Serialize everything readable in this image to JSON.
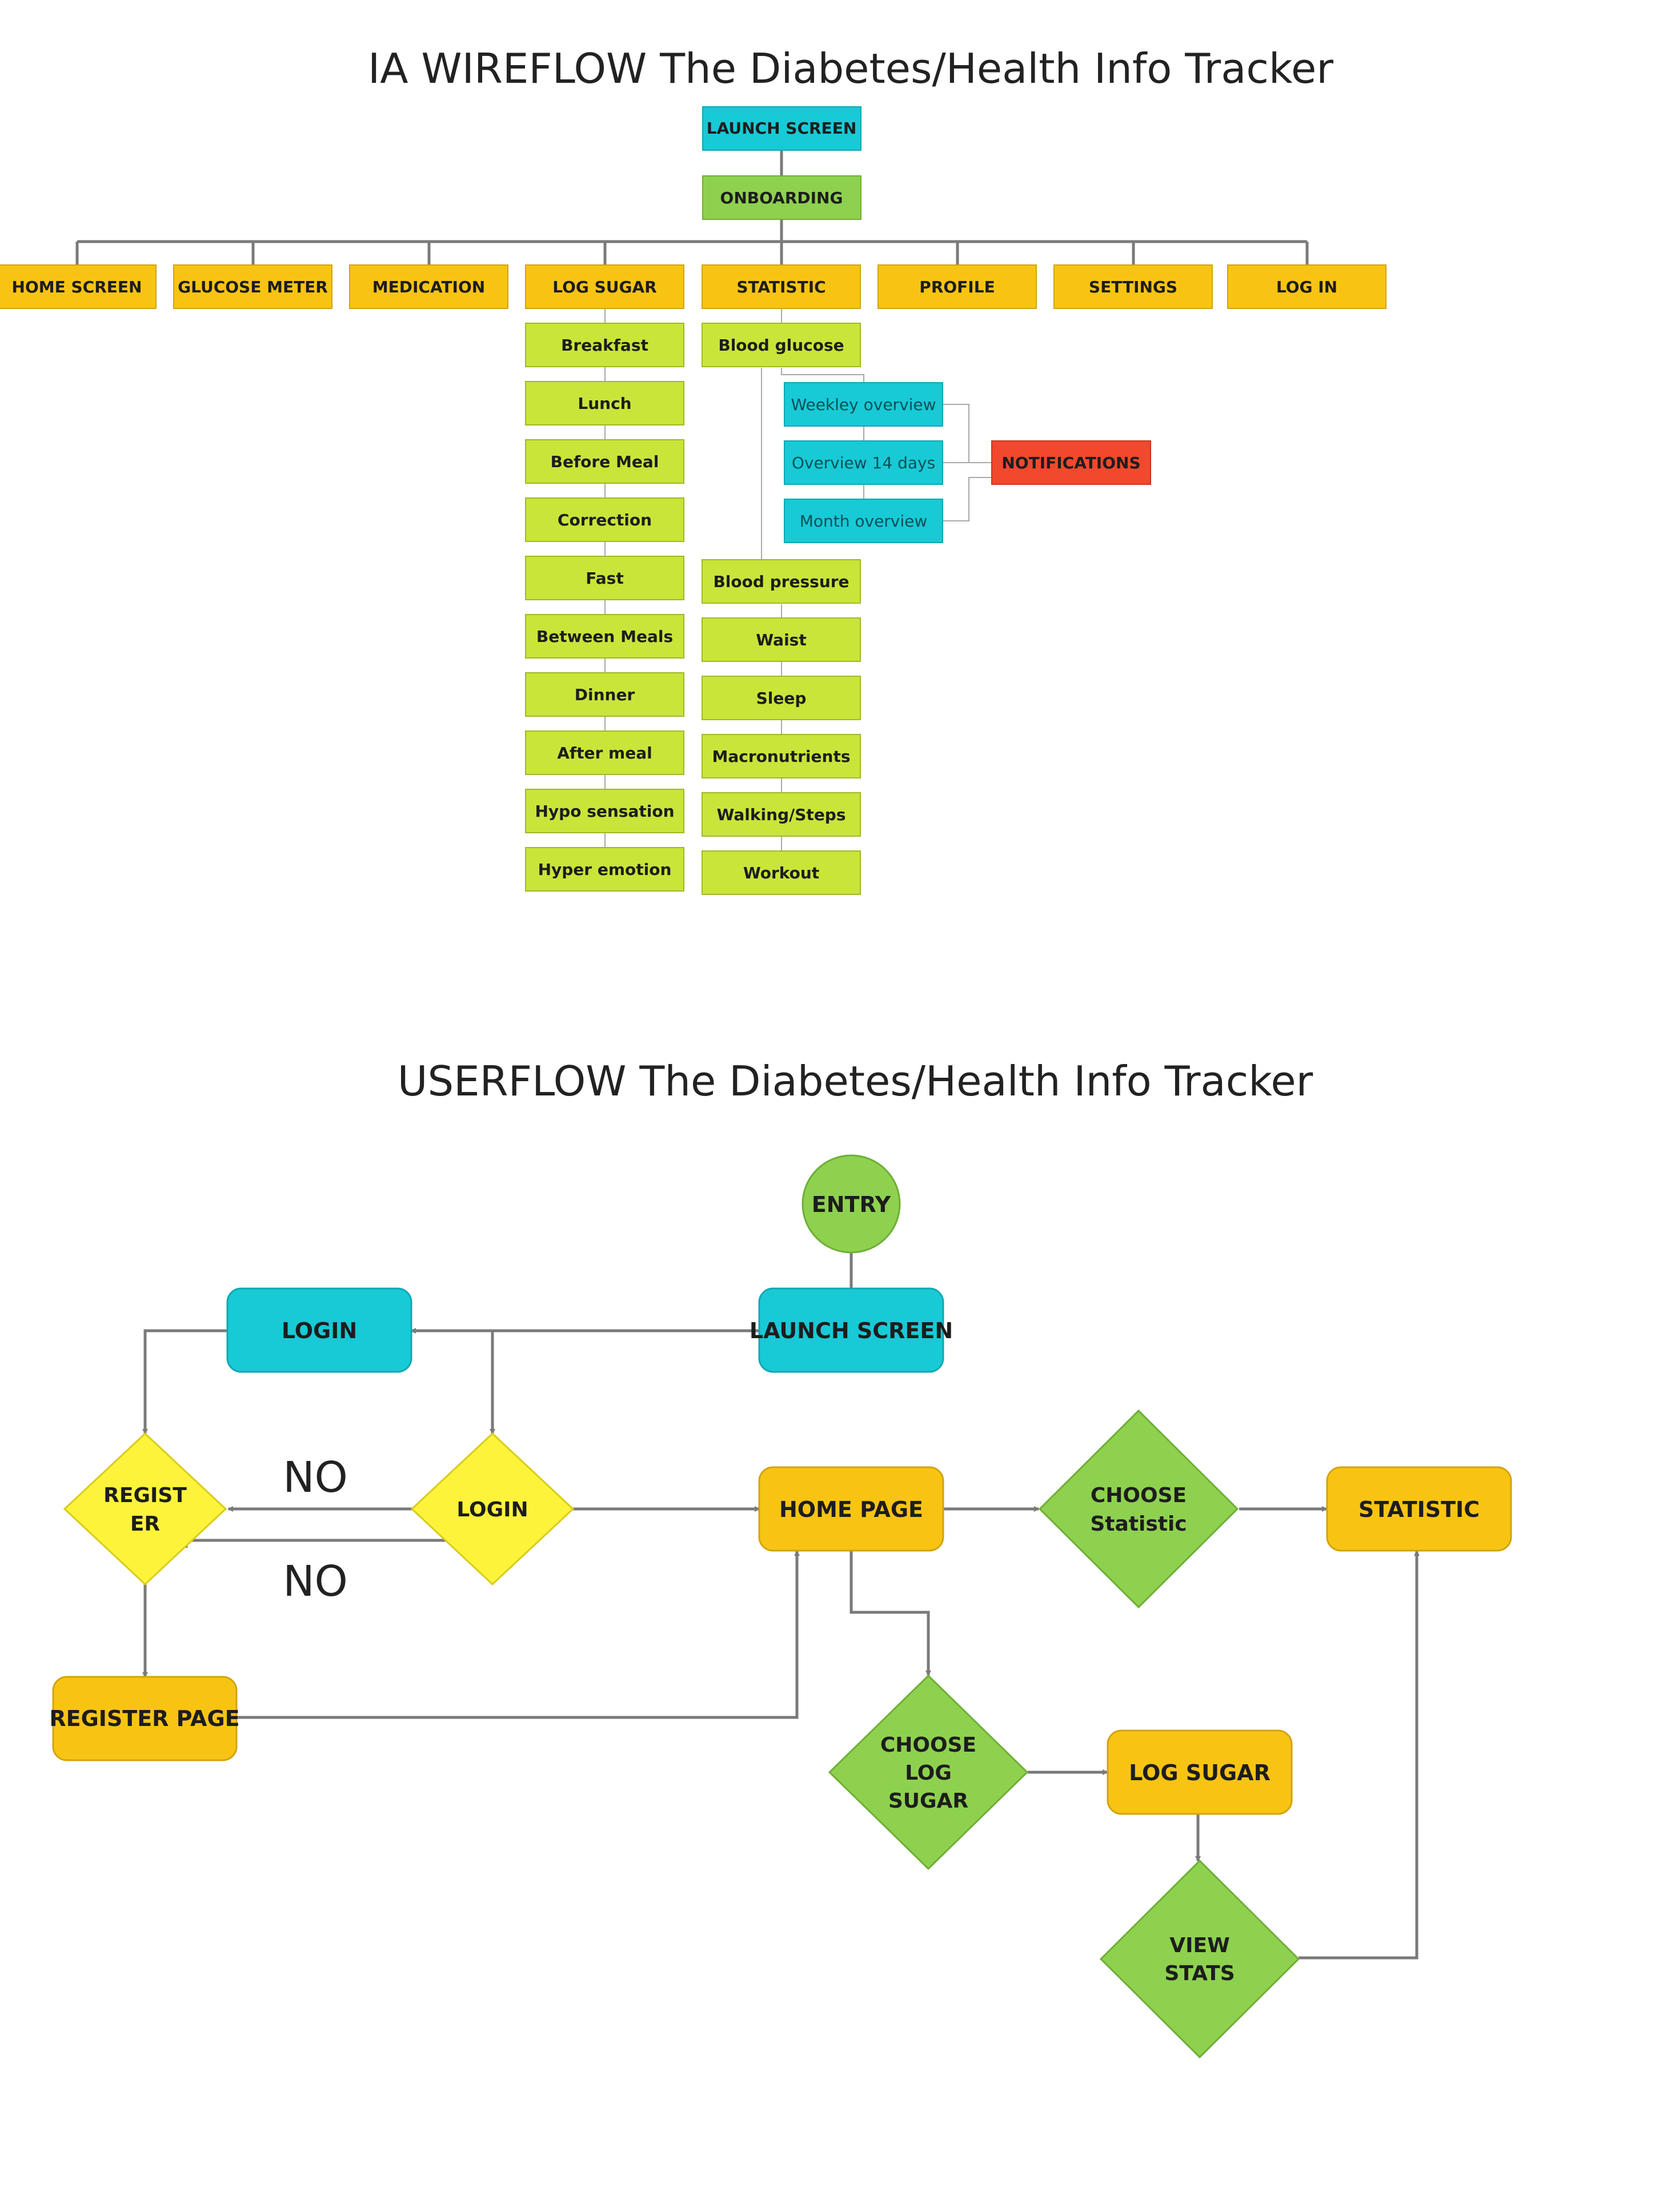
{
  "colors": {
    "cyan": "#17cad6",
    "green": "#8ed14f",
    "lime": "#c9e53a",
    "orange": "#f8c414",
    "red": "#f2482d",
    "yellow": "#fdf33a",
    "connector": "#7a7a7a"
  },
  "ia": {
    "title": "IA WIREFLOW The Diabetes/Health Info Tracker",
    "launch": "LAUNCH SCREEN",
    "onboarding": "ONBOARDING",
    "top_nav": [
      "HOME SCREEN",
      "GLUCOSE METER",
      "MEDICATION",
      "LOG SUGAR",
      "STATISTIC",
      "PROFILE",
      "SETTINGS",
      "LOG IN"
    ],
    "log_sugar_items": [
      "Breakfast",
      "Lunch",
      "Before Meal",
      "Correction",
      "Fast",
      "Between Meals",
      "Dinner",
      "After meal",
      "Hypo sensation",
      "Hyper emotion"
    ],
    "statistic_items": [
      "Blood glucose",
      "Blood pressure",
      "Waist",
      "Sleep",
      "Macronutrients",
      "Walking/Steps",
      "Workout"
    ],
    "overviews": [
      "Weekley overview",
      "Overview 14 days",
      "Month overview"
    ],
    "notifications": "NOTIFICATIONS"
  },
  "userflow": {
    "title": "USERFLOW The Diabetes/Health Info Tracker",
    "entry": "ENTRY",
    "launch": "LAUNCH SCREEN",
    "login_box": "LOGIN",
    "login_decision": "LOGIN",
    "register_decision": [
      "REGIST",
      "ER"
    ],
    "no_top": "NO",
    "no_bottom": "NO",
    "register_page": "REGISTER PAGE",
    "home_page": "HOME PAGE",
    "choose_statistic": [
      "CHOOSE",
      "Statistic"
    ],
    "statistic": "STATISTIC",
    "choose_log_sugar": [
      "CHOOSE",
      "LOG",
      "SUGAR"
    ],
    "log_sugar": "LOG SUGAR",
    "view_stats": [
      "VIEW",
      "STATS"
    ]
  }
}
